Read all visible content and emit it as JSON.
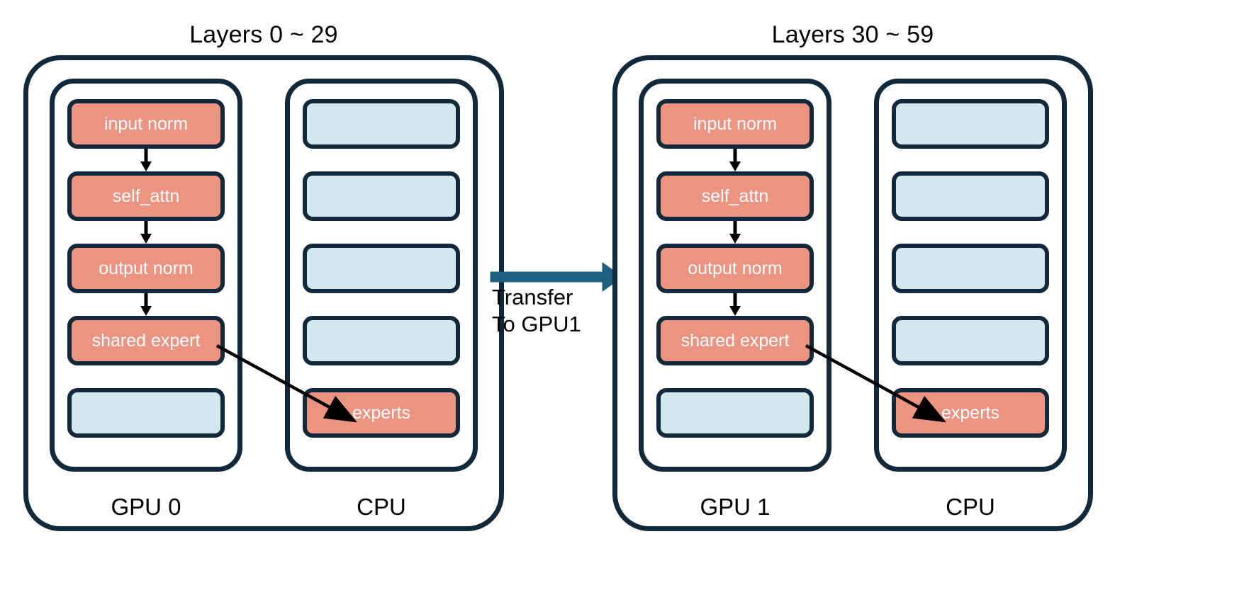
{
  "diagram": {
    "title": "MoE layer offloading across GPU 0, GPU 1 and CPU",
    "colors": {
      "border": "#11293A",
      "active_block": "#ED9382",
      "offloaded_block": "#D3E7EF",
      "transfer_arrow": "#1E6080",
      "flow_arrow": "#000000",
      "background": "#FFFFFF",
      "label_text": "#000000",
      "block_text": "#FFFFFF"
    },
    "panels": [
      {
        "id": "panel-left",
        "title": "Layers 0 ~ 29",
        "columns": [
          {
            "id": "gpu0",
            "caption": "GPU 0",
            "blocks": [
              {
                "label": "input norm",
                "style": "salmon",
                "flow_to_next": true
              },
              {
                "label": "self_attn",
                "style": "salmon",
                "flow_to_next": true
              },
              {
                "label": "output norm",
                "style": "salmon",
                "flow_to_next": true
              },
              {
                "label": "shared expert",
                "style": "salmon",
                "flow_to_next": false
              },
              {
                "label": "",
                "style": "blue",
                "flow_to_next": false
              }
            ]
          },
          {
            "id": "cpu0",
            "caption": "CPU",
            "blocks": [
              {
                "label": "",
                "style": "blue",
                "flow_to_next": false
              },
              {
                "label": "",
                "style": "blue",
                "flow_to_next": false
              },
              {
                "label": "",
                "style": "blue",
                "flow_to_next": false
              },
              {
                "label": "",
                "style": "blue",
                "flow_to_next": false
              },
              {
                "label": "experts",
                "style": "salmon",
                "flow_to_next": false
              }
            ]
          }
        ]
      },
      {
        "id": "panel-right",
        "title": "Layers 30 ~ 59",
        "columns": [
          {
            "id": "gpu1",
            "caption": "GPU 1",
            "blocks": [
              {
                "label": "input norm",
                "style": "salmon",
                "flow_to_next": true
              },
              {
                "label": "self_attn",
                "style": "salmon",
                "flow_to_next": true
              },
              {
                "label": "output norm",
                "style": "salmon",
                "flow_to_next": true
              },
              {
                "label": "shared expert",
                "style": "salmon",
                "flow_to_next": false
              },
              {
                "label": "",
                "style": "blue",
                "flow_to_next": false
              }
            ]
          },
          {
            "id": "cpu1",
            "caption": "CPU",
            "blocks": [
              {
                "label": "",
                "style": "blue",
                "flow_to_next": false
              },
              {
                "label": "",
                "style": "blue",
                "flow_to_next": false
              },
              {
                "label": "",
                "style": "blue",
                "flow_to_next": false
              },
              {
                "label": "",
                "style": "blue",
                "flow_to_next": false
              },
              {
                "label": "experts",
                "style": "salmon",
                "flow_to_next": false
              }
            ]
          }
        ]
      }
    ],
    "transfer": {
      "label_line1": "Transfer",
      "label_line2": "To GPU1",
      "label": "Transfer\nTo GPU1",
      "direction": "left-to-right"
    }
  }
}
